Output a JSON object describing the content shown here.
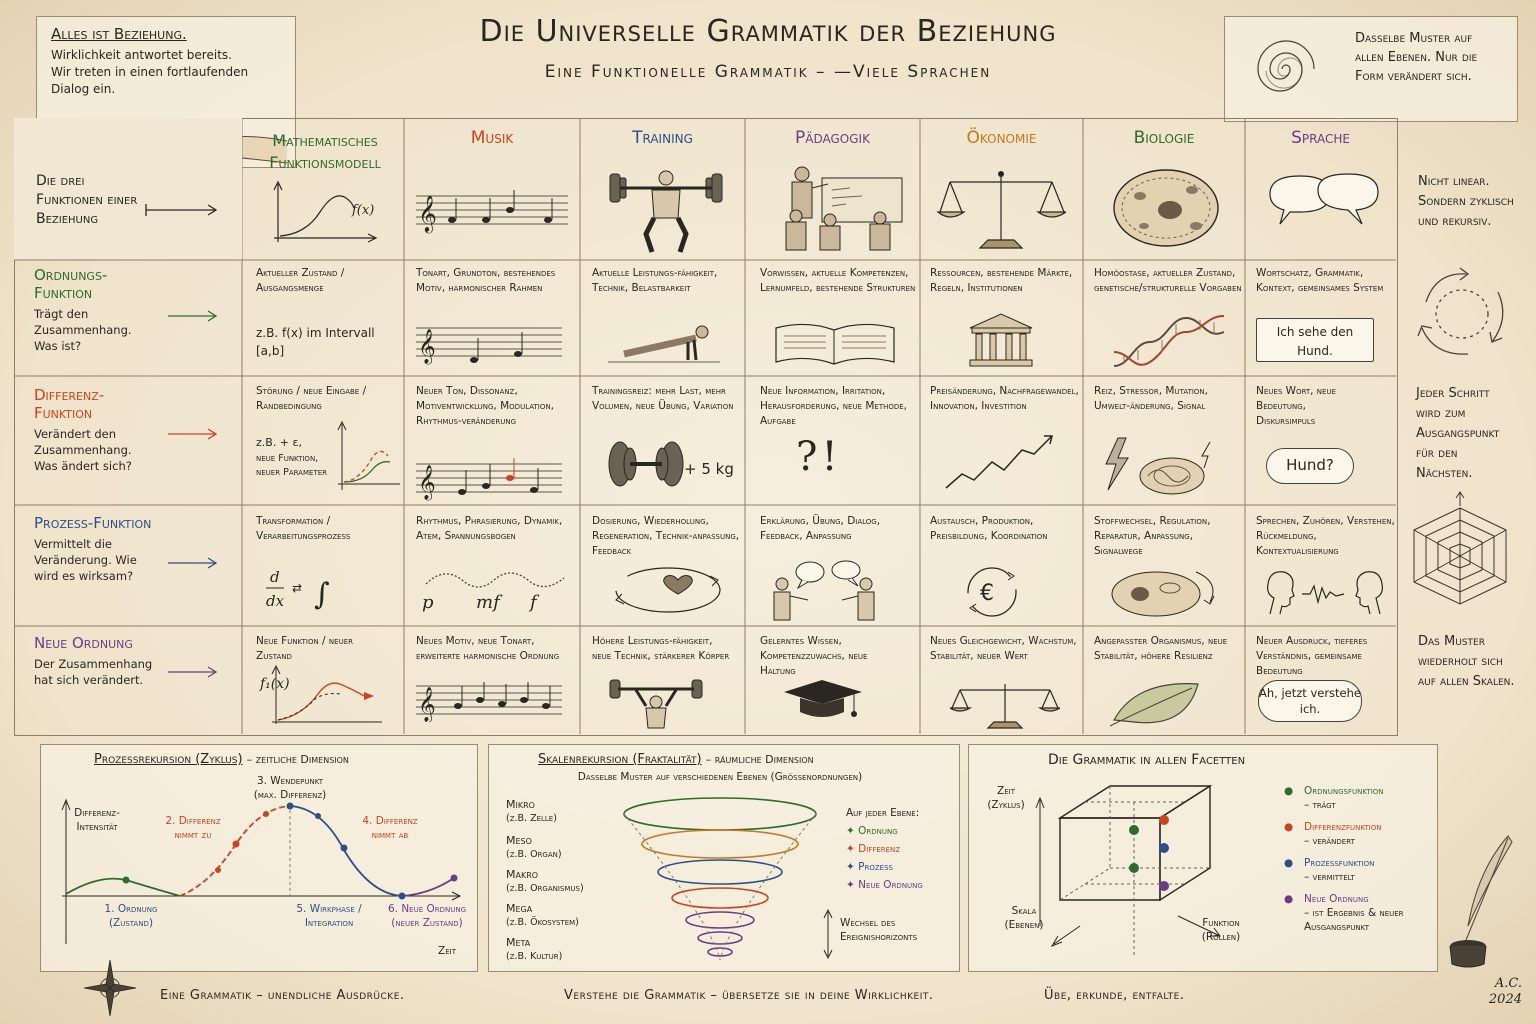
{
  "title": "Die Universelle Grammatik der Beziehung",
  "subtitle": "Eine Funktionelle Grammatik – —Viele Sprachen",
  "top_left": {
    "heading": "Alles ist Beziehung.",
    "text": "Wirklichkeit antwortet bereits. Wir treten in einen fortlaufenden Dialog ein."
  },
  "top_right": {
    "text": "Dasselbe Muster auf allen Ebenen. Nur die Form verändert sich."
  },
  "colors": {
    "ordnung": "#2e6b2e",
    "differenz": "#c8451f",
    "prozess": "#2c4f86",
    "neue": "#6a3d86",
    "oekonomie": "#c7781e",
    "musik": "#c8451f"
  },
  "columns": [
    {
      "label": "Mathematisches Funktionsmodell",
      "color": "#2e6b2e"
    },
    {
      "label": "Musik",
      "color": "#c8451f"
    },
    {
      "label": "Training",
      "color": "#2c4f86"
    },
    {
      "label": "Pädagogik",
      "color": "#6a3d86"
    },
    {
      "label": "Ökonomie",
      "color": "#c7781e"
    },
    {
      "label": "Biologie",
      "color": "#2e6b2e"
    },
    {
      "label": "Sprache",
      "color": "#6a3d86"
    }
  ],
  "row_headers": [
    {
      "title": "Die drei Funktionen einer Beziehung",
      "desc": ""
    },
    {
      "title": "Ordnungs-Funktion",
      "desc": "Trägt den Zusammenhang. Was ist?"
    },
    {
      "title": "Differenz-Funktion",
      "desc": "Verändert den Zusammenhang. Was ändert sich?"
    },
    {
      "title": "Prozess-Funktion",
      "desc": "Vermittelt die Veränderung. Wie wird es wirksam?"
    },
    {
      "title": "Neue Ordnung",
      "desc": "Der Zusammenhang hat sich verändert."
    }
  ],
  "cells": [
    [
      "Aktueller Zustand / Ausgangsmenge",
      "Tonart, Grundton, bestehendes Motiv, harmonischer Rahmen",
      "Aktuelle Leistungs-fähigkeit, Technik, Belastbarkeit",
      "Vorwissen, aktuelle Kompetenzen, Lernumfeld, bestehende Strukturen",
      "Ressourcen, bestehende Märkte, Regeln, Institutionen",
      "Homöostase, aktueller Zustand, genetische/strukturelle Vorgaben",
      "Wortschatz, Grammatik, Kontext, gemeinsames System"
    ],
    [
      "Störung / neue Eingabe / Randbedingung",
      "Neuer Ton, Dissonanz, Motiventwicklung, Modulation, Rhythmus-veränderung",
      "Trainingsreiz: mehr Last, mehr Volumen, neue Übung, Variation",
      "Neue Information, Irritation, Herausforderung, neue Methode, Aufgabe",
      "Preisänderung, Nachfragewandel, Innovation, Investition",
      "Reiz, Stressor, Mutation, Umwelt-änderung, Signal",
      "Neues Wort, neue Bedeutung, Diskursimpuls"
    ],
    [
      "Transformation / Verarbeitungsprozess",
      "Rhythmus, Phrasierung, Dynamik, Atem, Spannungsbogen",
      "Dosierung, Wiederholung, Regeneration, Technik-anpassung, Feedback",
      "Erklärung, Übung, Dialog, Feedback, Anpassung",
      "Austausch, Produktion, Preisbildung, Koordination",
      "Stoffwechsel, Regulation, Reparatur, Anpassung, Signalwege",
      "Sprechen, Zuhören, Verstehen, Rückmeldung, Kontextualisierung"
    ],
    [
      "Neue Funktion / neuer Zustand",
      "Neues Motiv, neue Tonart, erweiterte harmonische Ordnung",
      "Höhere Leistungs-fähigkeit, neue Technik, stärkerer Körper",
      "Gelerntes Wissen, Kompetenzzuwachs, neue Haltung",
      "Neues Gleichgewicht, Wachstum, Stabilität, neuer Wert",
      "Angepasster Organismus, neue Stabilität, höhere Resilienz",
      "Neuer Ausdruck, tieferes Verständnis, gemeinsame Bedeutung"
    ]
  ],
  "math": {
    "fx": "f(x)",
    "ord": "z.B. f(x) im Intervall [a,b]",
    "diff1": "z.B. + ε,",
    "diff2": "neue Funktion, neuer Parameter",
    "f1": "f₁(x)"
  },
  "music_dyn": [
    "p",
    "mf",
    "f"
  ],
  "training_weight": "+ 5 kg",
  "paed_sym": "?!",
  "sprache": {
    "b1": "Ich sehe den Hund.",
    "b2": "Hund?",
    "b3": "Ah, jetzt verstehe ich."
  },
  "side": {
    "s1": "Nicht linear. Sondern zyklisch und rekursiv.",
    "s2": "Jeder Schritt wird zum Ausgangspunkt für den Nächsten.",
    "s3": "Das Muster wiederholt sich auf allen Skalen."
  },
  "panel1": {
    "title": "Prozessrekursion (Zyklus)",
    "title_suffix": "– zeitliche Dimension",
    "ylabel": "Differenz-Intensität",
    "xlabel": "Zeit",
    "p1": "1. Ordnung",
    "p1b": "(Zustand)",
    "p2": "2. Differenz",
    "p2b": "nimmt zu",
    "p3": "3. Wendepunkt",
    "p3b": "(max. Differenz)",
    "p4": "4. Differenz",
    "p4b": "nimmt ab",
    "p5": "5. Wirkphase /",
    "p5b": "Integration",
    "p6": "6. Neue Ordnung",
    "p6b": "(neuer Zustand)"
  },
  "panel2": {
    "title": "Skalenrekursion (Fraktalität)",
    "title_suffix": "– räumliche Dimension",
    "sub": "Dasselbe Muster auf verschiedenen Ebenen (Grössenordnungen)",
    "levels": [
      {
        "name": "Mikro",
        "ex": "(z.B. Zelle)"
      },
      {
        "name": "Meso",
        "ex": "(z.B. Organ)"
      },
      {
        "name": "Makro",
        "ex": "(z.B. Organismus)"
      },
      {
        "name": "Mega",
        "ex": "(z.B. Ökosystem)"
      },
      {
        "name": "Meta",
        "ex": "(z.B. Kultur)"
      }
    ],
    "legend_title": "Auf jeder Ebene:",
    "legend": [
      "Ordnung",
      "Differenz",
      "Prozess",
      "Neue Ordnung"
    ],
    "horizon": "Wechsel des Ereignishorizonts"
  },
  "panel3": {
    "title": "Die Grammatik in allen Facetten",
    "zeit": "Zeit",
    "zeit_b": "(Zyklus)",
    "skala": "Skala",
    "skala_b": "(Ebenen)",
    "funktion": "Funktion",
    "funktion_b": "(Rollen)",
    "legend": [
      {
        "name": "Ordnungsfunktion",
        "desc": "– trägt",
        "color": "#2e6b2e"
      },
      {
        "name": "Differenzfunktion",
        "desc": "– verändert",
        "color": "#c8451f"
      },
      {
        "name": "Prozessfunktion",
        "desc": "– vermittelt",
        "color": "#2c4f86"
      },
      {
        "name": "Neue Ordnung",
        "desc": "– ist Ergebnis & neuer Ausgangspunkt",
        "color": "#6a3d86"
      }
    ]
  },
  "footer": {
    "left": "Eine Grammatik – unendliche Ausdrücke.",
    "mid": "Verstehe die Grammatik – übersetze sie in deine Wirklichkeit.",
    "right": "Übe, erkunde, entfalte.",
    "sig1": "A.C.",
    "sig2": "2024"
  }
}
